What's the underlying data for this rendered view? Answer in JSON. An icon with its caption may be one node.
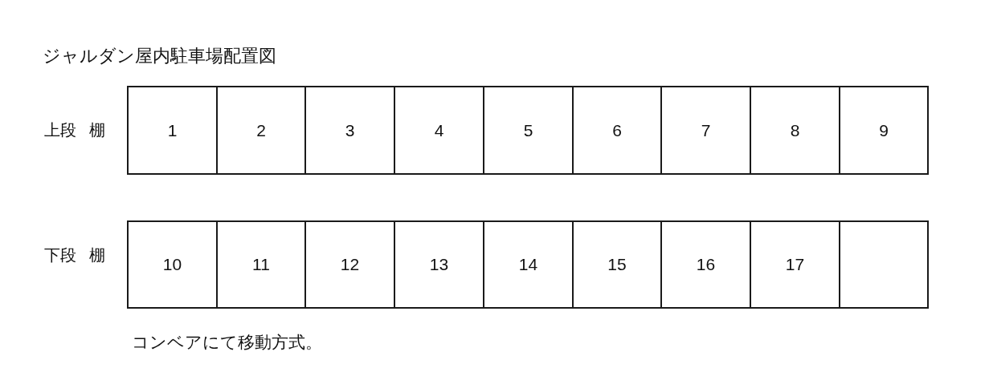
{
  "diagram": {
    "title": "ジャルダン屋内駐車場配置図",
    "nodes": [
      {
        "text": [
          "1"
        ]
      },
      {
        "text": [
          "2"
        ]
      },
      {
        "text": [
          "3"
        ]
      },
      {
        "text": [
          "4"
        ]
      },
      {
        "text": [
          "5"
        ]
      },
      {
        "text": [
          "6"
        ]
      },
      {
        "text": [
          "7"
        ]
      },
      {
        "text": [
          "8"
        ]
      },
      {
        "text": [
          "9"
        ]
      },
      {
        "text": [
          "10"
        ]
      },
      {
        "text": [
          "11"
        ]
      },
      {
        "text": [
          "12"
        ]
      },
      {
        "text": [
          "13"
        ]
      },
      {
        "text": [
          "14"
        ]
      },
      {
        "text": [
          "15"
        ]
      },
      {
        "text": [
          "16"
        ]
      },
      {
        "text": [
          "17"
        ]
      },
      {
        "text": [],
        "shape": "box"
      }
    ],
    "labels": [
      "上段 棚",
      "下段 棚",
      "コンベアにて移動方式。"
    ]
  }
}
